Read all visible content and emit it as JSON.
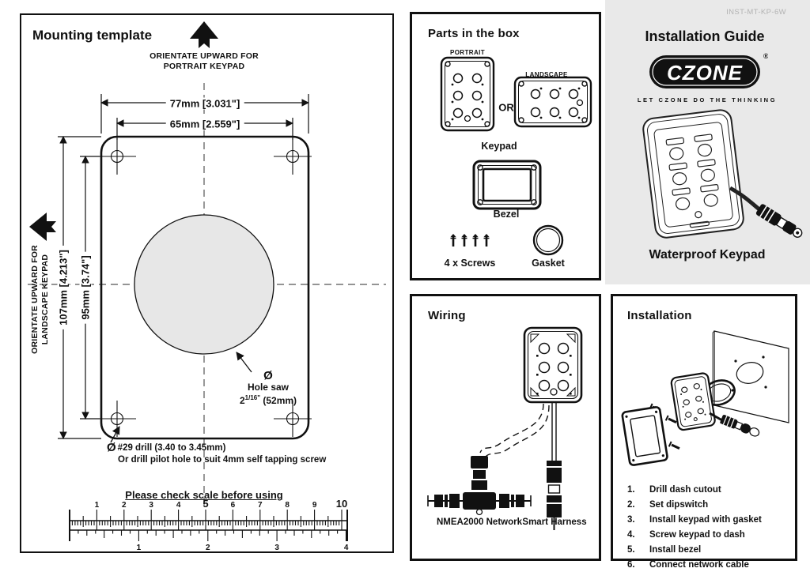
{
  "mounting": {
    "title": "Mounting template",
    "portrait_note_line1": "ORIENTATE UPWARD FOR",
    "portrait_note_line2": "PORTRAIT KEYPAD",
    "landscape_note_line1": "ORIENTATE UPWARD FOR",
    "landscape_note_line2": "LANDSCAPE KEYPAD",
    "dims": {
      "width_outer": "77mm [3.031\"]",
      "width_inner": "65mm [2.559\"]",
      "height_outer": "107mm [4.213\"]",
      "height_inner": "95mm [3.74\"]"
    },
    "hole_saw": {
      "symbol": "Ø",
      "label": "Hole saw",
      "size_base": "2",
      "size_sup": "1/16\"",
      "size_rest": " (52mm)"
    },
    "drill": {
      "symbol": "Ø",
      "line1": "#29 drill (3.40 to 3.45mm)",
      "line2": "Or drill pilot hole to suit 4mm self tapping screw"
    },
    "scale_note": "Please check scale before using",
    "ruler": {
      "cm_labels": [
        "1",
        "2",
        "3",
        "4",
        "5",
        "6",
        "7",
        "8",
        "9",
        "10"
      ],
      "inch_labels": [
        "1",
        "2",
        "3",
        "4"
      ]
    }
  },
  "parts": {
    "title": "Parts in the box",
    "portrait_label": "PORTRAIT",
    "landscape_label": "LANDSCAPE",
    "or_label": "OR",
    "keypad_label": "Keypad",
    "bezel_label": "Bezel",
    "screws_label": "4 x Screws",
    "gasket_label": "Gasket"
  },
  "guide": {
    "doc_code": "INST-MT-KP-6W",
    "title": "Installation Guide",
    "logo_text": "CZONE",
    "logo_registered": "®",
    "tagline": "LET CZONE DO THE THINKING",
    "product_name": "Waterproof Keypad"
  },
  "wiring": {
    "title": "Wiring",
    "nmea_label": "NMEA2000 Network",
    "harness_label": "Smart Harness"
  },
  "installation": {
    "title": "Installation",
    "steps": [
      {
        "num": "1.",
        "text": "Drill dash cutout"
      },
      {
        "num": "2.",
        "text": "Set dipswitch"
      },
      {
        "num": "3.",
        "text": "Install keypad with gasket"
      },
      {
        "num": "4.",
        "text": "Screw keypad to dash"
      },
      {
        "num": "5.",
        "text": "Install bezel"
      },
      {
        "num": "6.",
        "text": "Connect network cable"
      }
    ]
  },
  "colors": {
    "ink": "#111111",
    "panel_gray": "#e9e9e9",
    "circle_fill": "#e7e7e7",
    "muted": "#b3b3b3"
  }
}
